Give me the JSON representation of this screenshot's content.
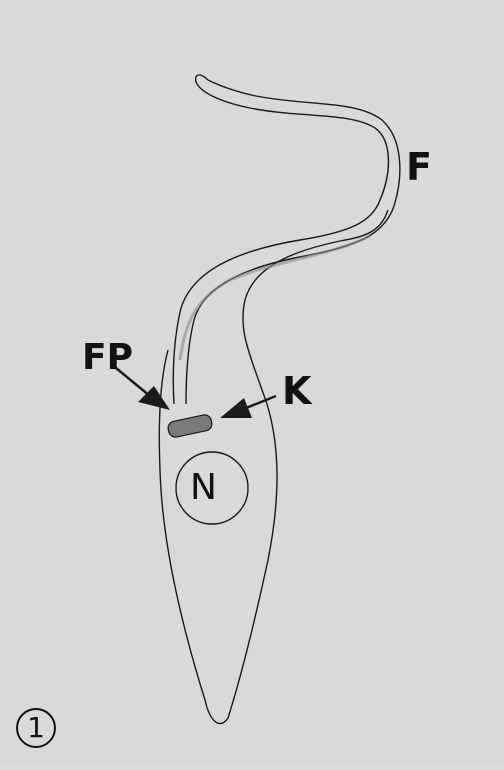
{
  "figure": {
    "number": "1",
    "labels": {
      "flagellum": "F",
      "flagellar_pocket": "FP",
      "kinetoplast": "K",
      "nucleus": "N"
    }
  },
  "colors": {
    "background": "#d9d9d9",
    "outline": "#1a1a1a",
    "kinetoplast_fill": "#7a7a7a"
  }
}
